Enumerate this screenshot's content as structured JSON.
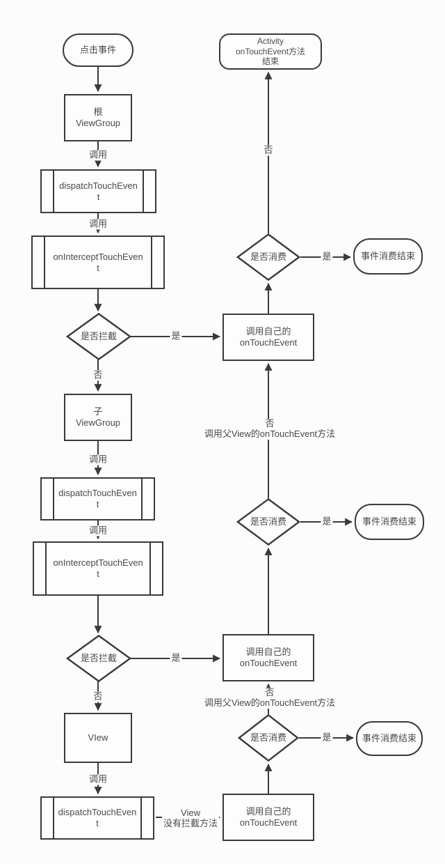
{
  "colors": {
    "background": "#fcfcfc",
    "line": "#3a3a3a",
    "text": "#4a4a4a",
    "node_fill": "#fdfdfd"
  },
  "nodes": {
    "start": {
      "label": "点击事件",
      "shape": "terminator"
    },
    "root_viewgroup": {
      "label": "根\nViewGroup",
      "shape": "process"
    },
    "dispatch1": {
      "label": "dispatchTouchEven\nt",
      "shape": "predefined-process"
    },
    "intercept1": {
      "label": "onInterceptTouchEven\nt",
      "shape": "predefined-process"
    },
    "intercept_decision1": {
      "label": "是否拦截",
      "shape": "decision"
    },
    "child_viewgroup": {
      "label": "子\nViewGroup",
      "shape": "process"
    },
    "dispatch2": {
      "label": "dispatchTouchEven\nt",
      "shape": "predefined-process"
    },
    "intercept2": {
      "label": "onInterceptTouchEven\nt",
      "shape": "predefined-process"
    },
    "intercept_decision2": {
      "label": "是否拦截",
      "shape": "decision"
    },
    "view": {
      "label": "VIew",
      "shape": "process"
    },
    "dispatch3": {
      "label": "dispatchTouchEven\nt",
      "shape": "predefined-process"
    },
    "own_touch1": {
      "label": "调用自己的\nonTouchEvent",
      "shape": "process"
    },
    "own_touch2": {
      "label": "调用自己的\nonTouchEvent",
      "shape": "process"
    },
    "own_touch3": {
      "label": "调用自己的\nonTouchEvent",
      "shape": "process"
    },
    "consume_decision1": {
      "label": "是否消费",
      "shape": "decision"
    },
    "consume_decision2": {
      "label": "是否消费",
      "shape": "decision"
    },
    "consume_decision3": {
      "label": "是否消费",
      "shape": "decision"
    },
    "consume_end1": {
      "label": "事件消费结束",
      "shape": "terminator"
    },
    "consume_end2": {
      "label": "事件消费结束",
      "shape": "terminator"
    },
    "consume_end3": {
      "label": "事件消费结束",
      "shape": "terminator"
    },
    "activity_end": {
      "label": "Activity\nonTouchEvent方法\n结束",
      "shape": "terminator"
    }
  },
  "edge_labels": {
    "call": "调用",
    "yes": "是",
    "no": "否",
    "no_parent_ontouch": "否\n调用父View的onTouchEvent方法",
    "view_no_intercept": "View\n没有拦截方法"
  }
}
